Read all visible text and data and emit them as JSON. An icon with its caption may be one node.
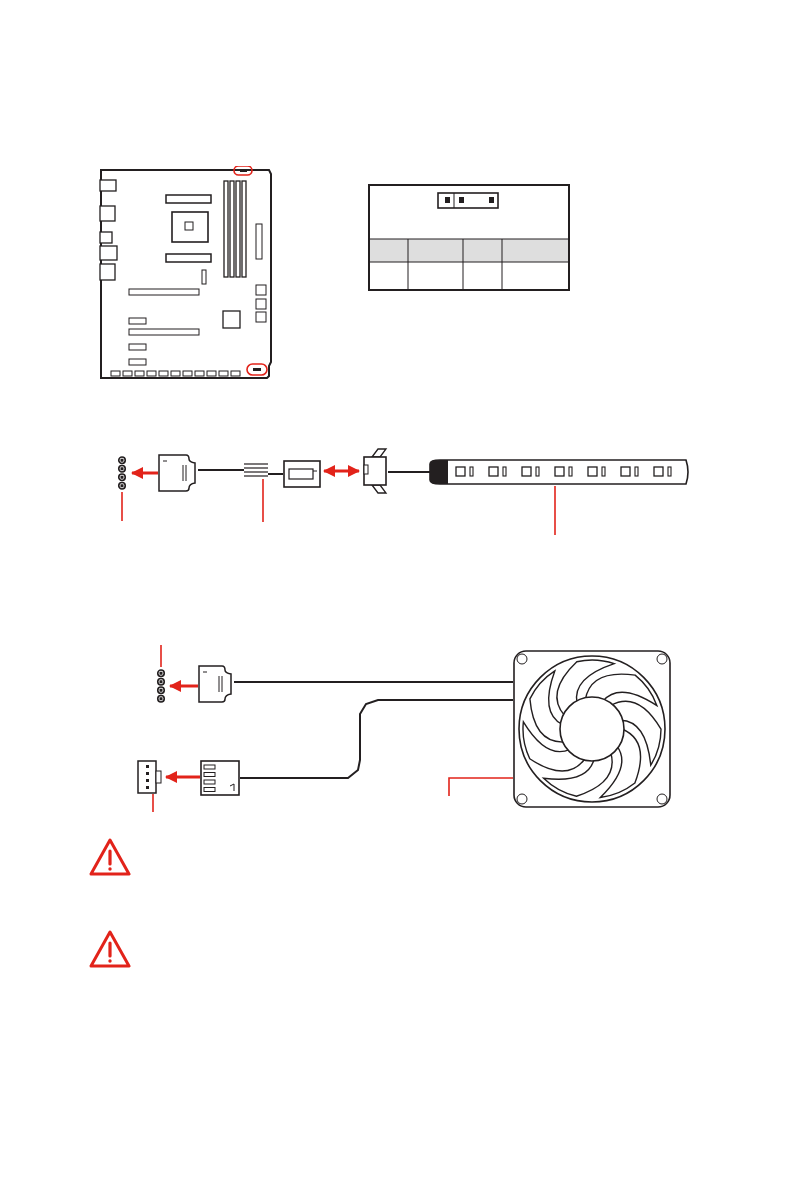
{
  "diagram": {
    "nodes": [
      {
        "text": [],
        "shape": "connector"
      },
      {
        "text": [],
        "shape": "connector"
      },
      {
        "text": [],
        "shape": "cable"
      },
      {
        "text": [],
        "shape": "connector"
      },
      {
        "text": [],
        "shape": "connector"
      },
      {
        "text": [],
        "shape": "bar"
      },
      {
        "text": [],
        "shape": "connector"
      },
      {
        "text": [],
        "shape": "connector"
      },
      {
        "text": [],
        "shape": "connector"
      },
      {
        "text": [],
        "shape": "connector"
      },
      {
        "text": [],
        "shape": "fan"
      }
    ],
    "edges": [
      {
        "from": 1,
        "to": 0,
        "arrow": "to"
      },
      {
        "from": 1,
        "to": 2,
        "arrow": "none",
        "color": "#231f20"
      },
      {
        "from": 2,
        "to": 3,
        "arrow": "none",
        "color": "#231f20"
      },
      {
        "from": 3,
        "to": 4,
        "arrow": "both"
      },
      {
        "from": 4,
        "to": 5,
        "arrow": "none",
        "color": "#231f20"
      },
      {
        "from": null,
        "to": 0,
        "arrow": "none"
      },
      {
        "from": null,
        "to": 2,
        "arrow": "none"
      },
      {
        "from": null,
        "to": 5,
        "arrow": "none"
      },
      {
        "from": 7,
        "to": 6,
        "arrow": "to"
      },
      {
        "from": 9,
        "to": 8,
        "arrow": "to"
      },
      {
        "from": 7,
        "to": 10,
        "arrow": "none",
        "color": "#231f20"
      },
      {
        "from": 9,
        "to": 10,
        "arrow": "none",
        "color": "#231f20"
      },
      {
        "from": null,
        "to": 6,
        "arrow": "none"
      },
      {
        "from": null,
        "to": 8,
        "arrow": "none"
      },
      {
        "from": null,
        "to": 10,
        "arrow": "none"
      }
    ]
  }
}
